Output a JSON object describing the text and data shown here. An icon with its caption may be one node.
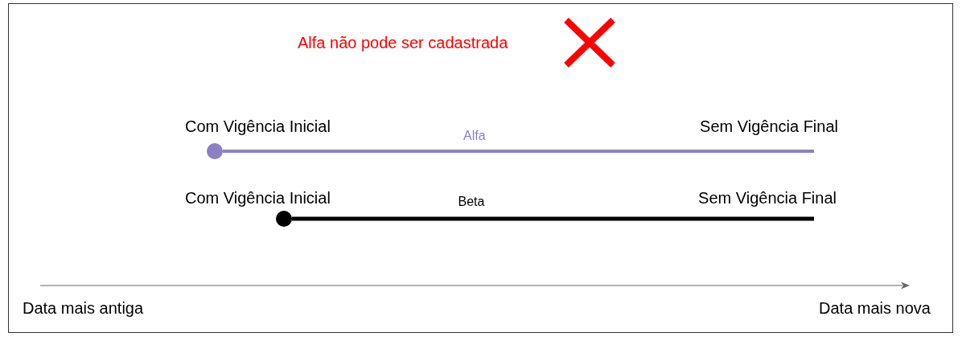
{
  "diagram": {
    "nodes": [
      {
        "text": [],
        "shape": "circle"
      },
      {
        "text": [],
        "shape": "circle"
      }
    ],
    "edges": [
      {
        "from": 0,
        "to": null,
        "arrow": "none",
        "label": "Alfa",
        "color": "#8c7fc4"
      },
      {
        "from": 1,
        "to": null,
        "arrow": "none",
        "label": "Beta",
        "color": "#000000"
      }
    ],
    "labels": [
      "Alfa não pode ser cadastrada",
      "Com Vigência Inicial",
      "Sem Vigência Final",
      "Com Vigência Inicial",
      "Sem Vigência Final",
      "Data mais antiga",
      "Data mais nova"
    ]
  }
}
